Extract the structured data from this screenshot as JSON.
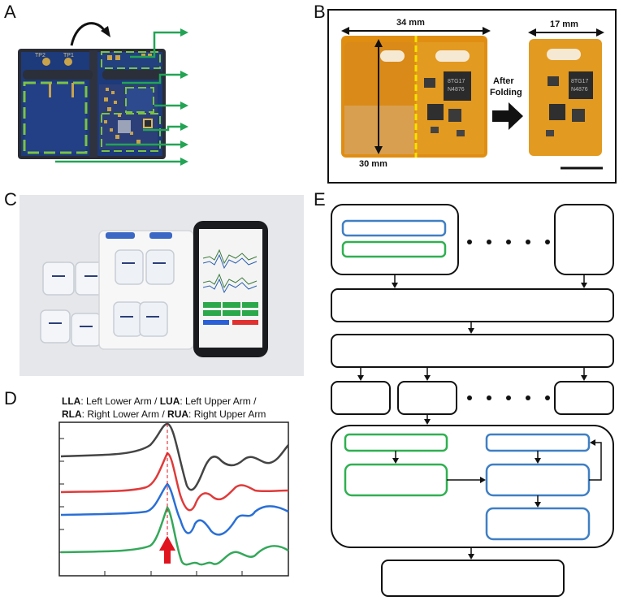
{
  "panels": {
    "a": "A",
    "b": "B",
    "c": "C",
    "d": "D",
    "e": "E"
  },
  "panel_a": {
    "tp2": "TP2",
    "tp1": "TP1"
  },
  "panel_b": {
    "width_before": "34 mm",
    "height": "30 mm",
    "after_folding_line1": "After",
    "after_folding_line2": "Folding",
    "width_after": "17 mm",
    "chip_text_line1": "8TG17",
    "chip_text_line2": "N4876"
  },
  "panel_d": {
    "legend_line1": [
      {
        "abbr": "LLA",
        "text": ": Left Lower Arm / "
      },
      {
        "abbr": "LUA",
        "text": ": Left Upper Arm /"
      }
    ],
    "legend_line2": [
      {
        "abbr": "RLA",
        "text": ": Right Lower Arm / "
      },
      {
        "abbr": "RUA",
        "text": ": Right Upper Arm"
      }
    ],
    "colors": {
      "lla": "#444444",
      "lua": "#e03a3a",
      "rla": "#2a6fd6",
      "rua": "#34a85a",
      "marker": "#e0141e"
    }
  },
  "colors": {
    "pcb_blue": "#1d3a7a",
    "arrow_green": "#23a455",
    "flex_orange": "#e69a1c",
    "box_blue": "#3f7fc4",
    "box_green": "#2fb050"
  }
}
